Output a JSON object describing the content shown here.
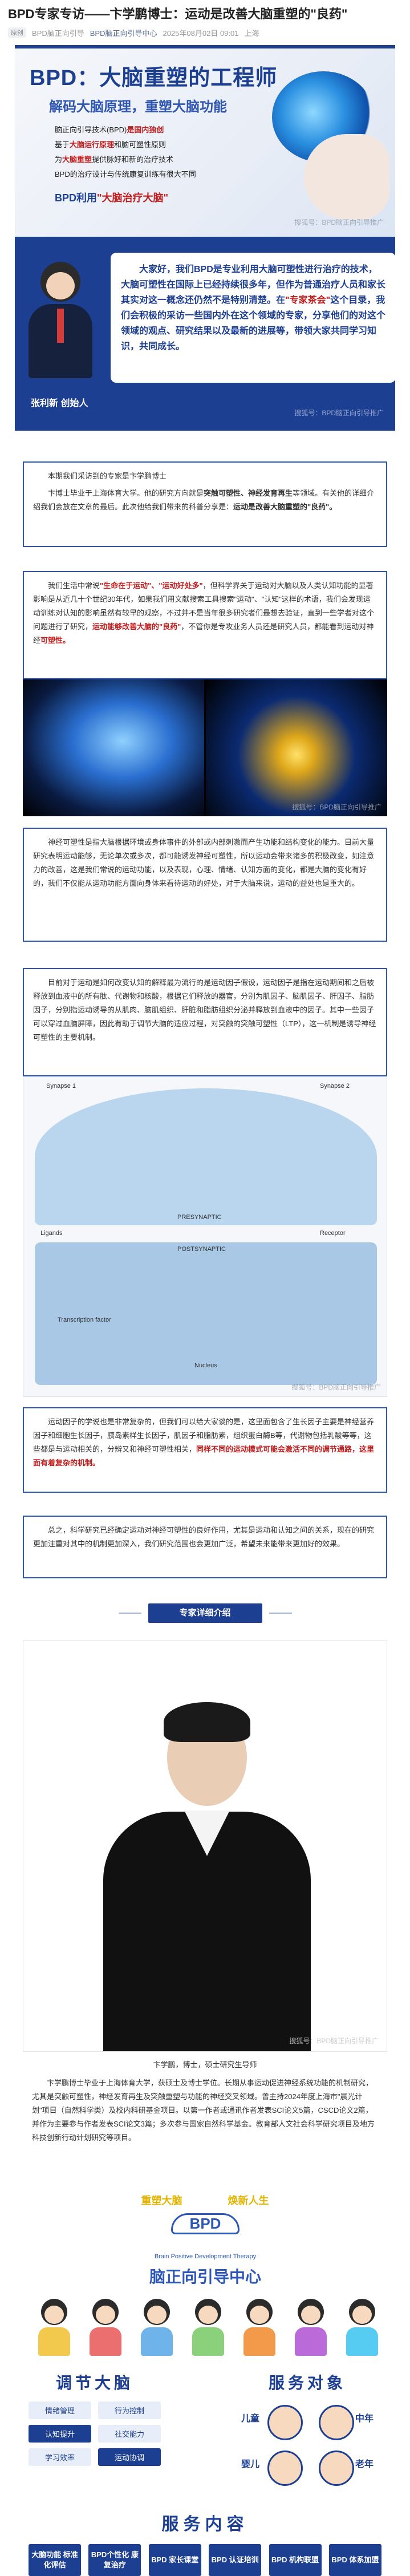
{
  "article": {
    "title": "BPD专家专访——卞学鹏博士：运动是改善大脑重塑的\"良药\"",
    "original_tag": "原创",
    "author": "BPD脑正向引导",
    "account": "BPD脑正向引导中心",
    "date": "2025年08月02日 09:01",
    "location": "上海"
  },
  "hero": {
    "title": "BPD：大脑重塑的工程师",
    "subtitle": "解码大脑原理，重塑大脑功能",
    "lines": [
      {
        "pre": "脑正向引导技术(BPD)",
        "hl": "是国内独创",
        "post": ""
      },
      {
        "pre": "基于",
        "hl": "大脑运行原理",
        "post": "和脑可塑性原则"
      },
      {
        "pre": "为",
        "hl": "大脑重塑",
        "post": "提供脉好和新的治疗技术"
      },
      {
        "pre": "BPD的治疗设计与传统康复训练有很大不同",
        "hl": "",
        "post": ""
      }
    ],
    "cta_pre": "BPD利用",
    "cta_hl": "\"大脑治疗大脑\"",
    "watermark": "搜狐号：BPD脑正向引导推广"
  },
  "intro": {
    "name": "张利新  创始人",
    "bubble": [
      {
        "t": "大家好，我们BPD是专业利用大脑可塑性进行治疗的技术，大脑可塑性在国际上已经持续很多年，但作为普通治疗人员和家长其实对这一概念还仍然不是特别清楚。在",
        "hl": false
      },
      {
        "t": "\"专家茶会\"",
        "hl": true
      },
      {
        "t": "这个目录，我们会积极的采访一些国内外在这个领域的专家，分享他们的对这个领域的观点、研究结果以及最新的进展等，带领大家共同学习知识，共同成长。",
        "hl": false
      }
    ],
    "watermark": "搜狐号：BPD脑正向引导推广"
  },
  "lead": {
    "p1": "本期我们采访到的专家是卞学鹏博士",
    "p2_a": "卞博士毕业于上海体育大学。他的研究方向就是",
    "p2_b": "突触可塑性、神经发育再生",
    "p2_c": "等领域。有关他的详细介绍我们会放在文章的最后。此次他给我们带来的科普分享是：",
    "p2_d": "运动是改善大脑重塑的\"良药\"。"
  },
  "para1": {
    "a": "我们生活中常说",
    "b": "\"生命在于运动\"、\"运动好处多\"",
    "c": "，但科学界关于运动对大脑以及人类认知功能的显著影响是从近几十个世纪30年代，如果我们用文献搜索工具搜索\"运动\"、\"认知\"这样的术语，我们会发现运动训练对认知的影响虽然有较早的观察，不过并不是当年很多研究者们最想去验证，直到一些学者对这个问题进行了研究，",
    "d": "运动能够改善大脑的\"良药\"",
    "e": "，不管你是专攻业务人员还是研究人员，都能看到运动对神经",
    "f": "可塑性。",
    "watermark": "搜狐号：BPD脑正向引导推广"
  },
  "para2": {
    "text": "神经可塑性是指大脑根据环境或身体事件的外部或内部刺激而产生功能和结构变化的能力。目前大量研究表明运动能够，无论单次或多次，都可能诱发神经可塑性，所以运动会带来诸多的积极改变，如注意力的改善，这是我们常说的运动功能，以及表现，心理、情绪、认知方面的变化，都是大脑的变化有好的，我们不仅能从运动功能方面向身体来看待运动的好处，对于大脑来说，运动的益处也是重大的。"
  },
  "para3": {
    "text": "目前对于运动是如何改变认知的解释最为流行的是运动因子假设，运动因子是指在运动期间和之后被释放到血液中的所有肽、代谢物和核酸，根据它们释放的器官，分别为肌因子、脑肌因子、肝因子、脂肪因子，分别指运动诱导的从肌肉、脑肌组织、肝脏和脂肪组织分泌并释放到血液中的因子。其中一些因子可以穿过血脑屏障，因此有助于调节大脑的适应过程，对突触的突触可塑性（LTP），这一机制是诱导神经可塑性的主要机制。"
  },
  "diagram": {
    "labels": [
      "Synapse 1",
      "Synapse 2",
      "PRESYNAPTIC",
      "POSTSYNAPTIC",
      "Ligands",
      "Receptor",
      "Transcription factor",
      "Nucleus"
    ],
    "watermark": "搜狐号：BPD脑正向引导推广"
  },
  "para4": {
    "a": "运动因子的学说也是非常复杂的，但我们可以给大家谈的是，这里面包含了生长因子主要是神经营养因子和细胞生长因子，胰岛素样生长因子，肌因子和脂肪素，组织蛋白酶B等，代谢物包括乳酸等等，这些都是与运动相关的，分辨又和神经可塑性相关，",
    "b": "同样不同的运动模式可能会激活不同的调节通路，这里面有着复杂的机制。"
  },
  "para5": {
    "text": "总之，科学研究已经确定运动对神经可塑性的良好作用，尤其是运动和认知之间的关系，现在的研究更加注重对其中的机制更加深入，我们研究范围也会更加广泛，希望未来能带来更加好的效果。"
  },
  "expert": {
    "section_title": "专家详细介绍",
    "watermark": "搜狐号：BPD脑正向引导推广",
    "caption": "卞学鹏，博士，硕士研究生导师",
    "bio": "卞学鹏博士毕业于上海体育大学，获硕士及博士学位。长期从事运动促进神经系统功能的机制研究，尤其是突触可塑性，神经发育再生及突触重塑与功能的神经交叉领域。曾主持2024年度上海市\"晨光计划\"项目（自然科学类）及校内科研基金项目。以第一作者或通讯作者发表SCI论文5篇，CSCD论文2篇，并作为主要参与作者发表SCI论文3篇；多次参与国家自然科学基金。教育部人文社会科学研究项目及地方科技创新行动计划研究等项目。"
  },
  "footer": {
    "slogan_left": "重塑大脑",
    "slogan_right": "焕新人生",
    "badge": "BPD",
    "en": "Brain Positive Development Therapy",
    "cn": "脑正向引导中心",
    "col_left_title": "调节大脑",
    "col_right_title": "服务对象",
    "tags": [
      "情绪管理",
      "行为控制",
      "认知提升",
      "社交能力",
      "学习效率",
      "运动协调"
    ],
    "targets": [
      "儿童",
      "中年",
      "婴儿",
      "老年"
    ],
    "services_title": "服务内容",
    "services": [
      "大脑功能 标准化评估",
      "BPD个性化 康复治疗",
      "BPD 家长课堂",
      "BPD 认证培训",
      "BPD 机构联盟",
      "BPD 体系加盟"
    ]
  },
  "colors": {
    "brand_blue": "#1d3f92",
    "accent_red": "#c21d1d",
    "box_border": "#2c56b8",
    "gold": "#e4b400"
  }
}
